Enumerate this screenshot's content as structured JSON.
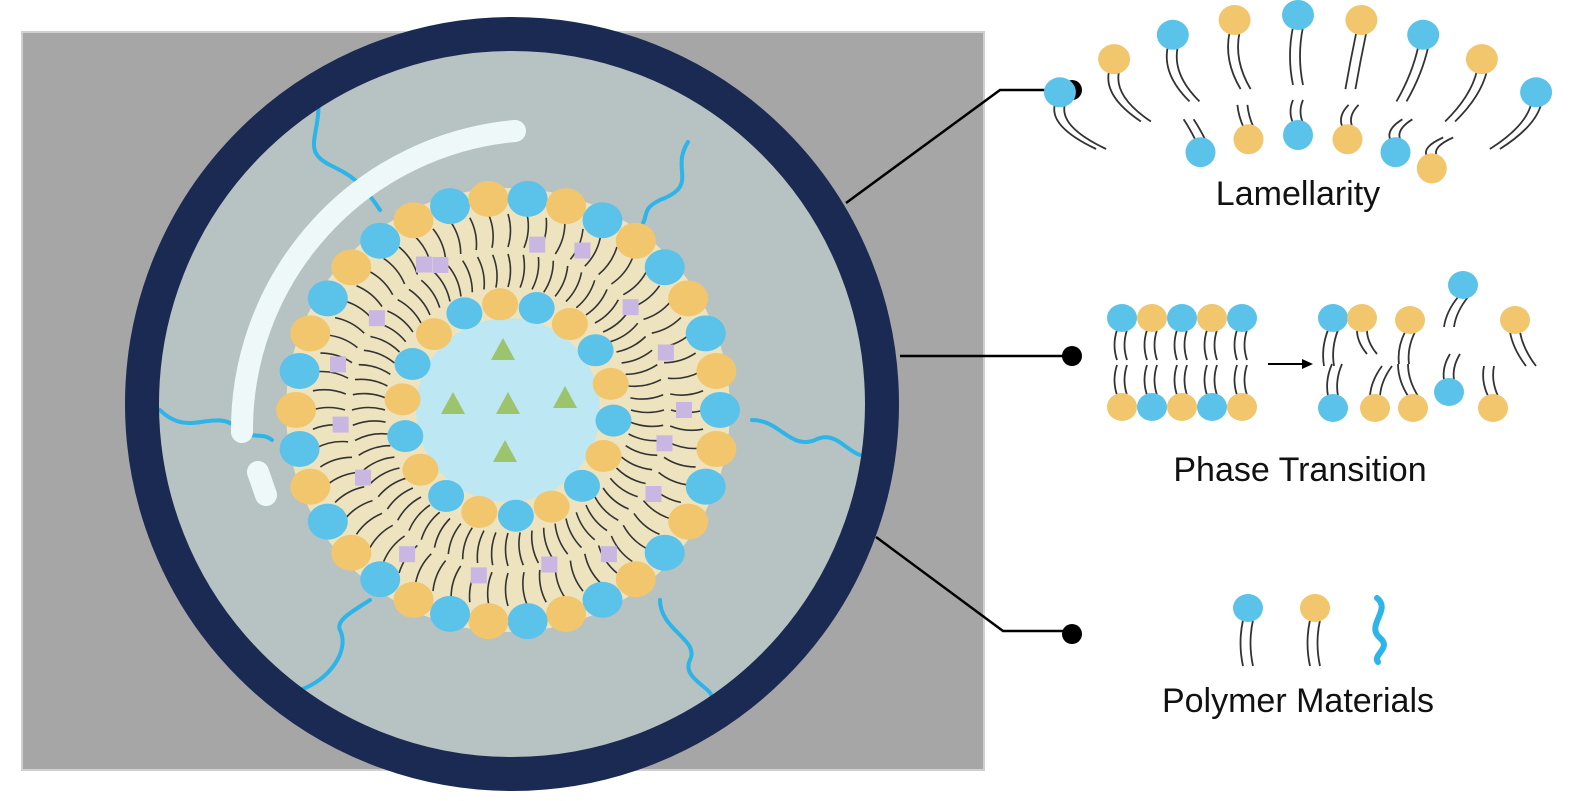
{
  "labels": {
    "lamellarity": "Lamellarity",
    "phase_transition": "Phase Transition",
    "polymer_materials": "Polymer Materials"
  },
  "colors": {
    "background_panel": "#a6a6a6",
    "lens_ring": "#1b2a52",
    "lens_fill": "#b7c2c2",
    "head_blue": "#5bc3ea",
    "head_yellow": "#f1c66c",
    "tail_region": "#eee3bf",
    "core": "#bde7f2",
    "polymer_chain": "#2db4e8",
    "payload_square": "#c9b6e3",
    "payload_triangle": "#9cc46c",
    "tail_line": "#333333",
    "connector": "#000000"
  },
  "icons": [
    "liposome-icon",
    "lens-highlight-icon",
    "polymer-chain-icon",
    "hydrophilic-drug-icon",
    "hydrophobic-drug-icon",
    "arrow-icon"
  ]
}
